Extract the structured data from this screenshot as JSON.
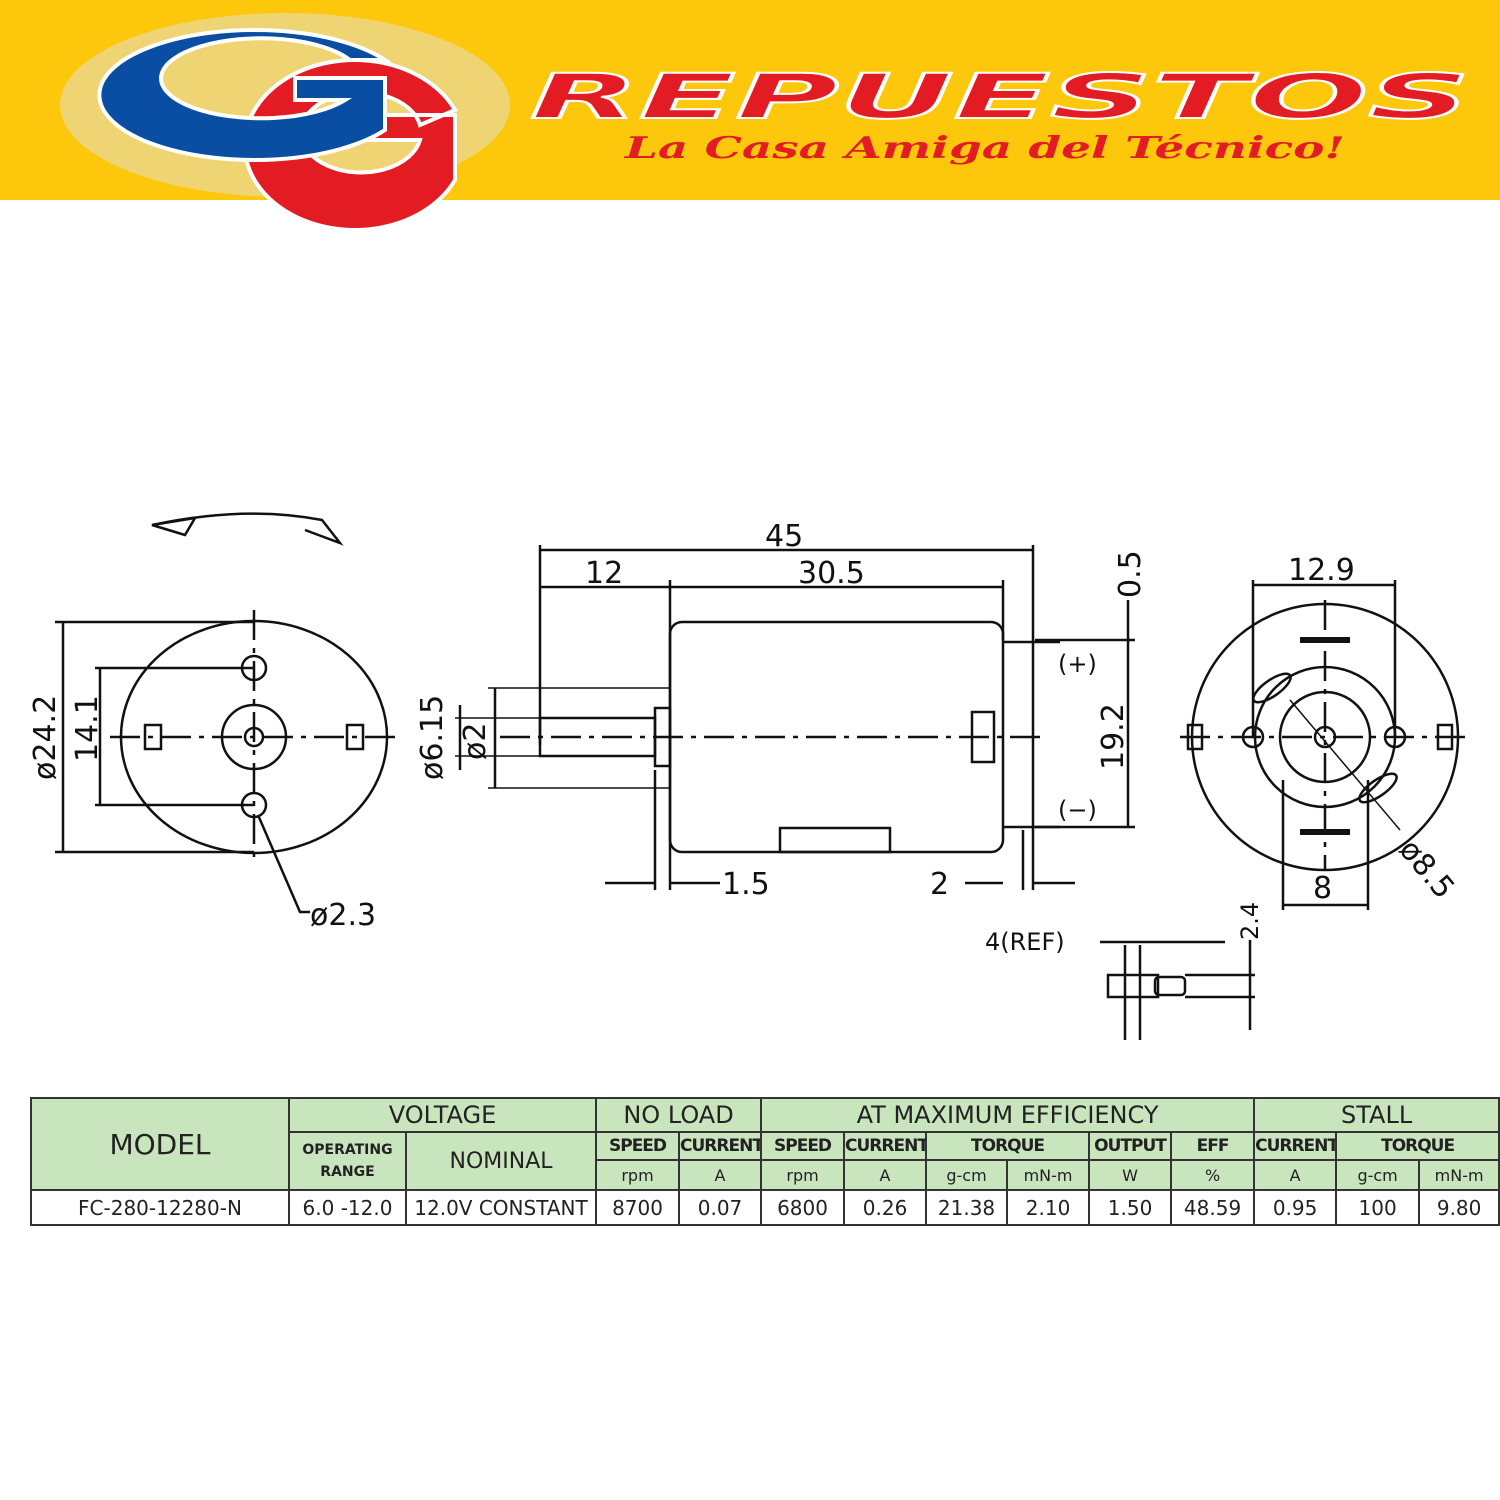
{
  "brand": {
    "logo_letters": "GG",
    "name": "REPUESTOS",
    "slogan": "La Casa Amiga del Técnico!",
    "colors": {
      "background": "#fdc80c",
      "blue": "#0a4ea3",
      "red": "#e31b23"
    }
  },
  "drawing": {
    "front_view": {
      "outer_diameter": "ø24.2",
      "hole_spacing": "14.1",
      "hole_diameter": "ø2.3"
    },
    "side_view": {
      "overall_length": "45",
      "shaft_length": "12",
      "body_length": "30.5",
      "bushing_diameter": "ø6.15",
      "shaft_diameter": "ø2",
      "terminal_thickness": "0.5",
      "terminal_spacing": "19.2",
      "positive_terminal": "(+)",
      "negative_terminal": "(−)",
      "bushing_length": "1.5",
      "terminal_offset": "2"
    },
    "rear_view": {
      "width": "12.9",
      "bottom_width": "8",
      "center_diameter": "ø8.5"
    },
    "terminal_detail": {
      "ref_length": "4(REF)",
      "width": "2.4"
    }
  },
  "table": {
    "headers": {
      "model": "MODEL",
      "voltage": "VOLTAGE",
      "operating_range": "OPERATING RANGE",
      "nominal": "NOMINAL",
      "no_load": "NO LOAD",
      "max_eff": "AT MAXIMUM EFFICIENCY",
      "stall": "STALL",
      "speed": "SPEED",
      "current": "CURRENT",
      "torque": "TORQUE",
      "output": "OUTPUT",
      "eff": "EFF",
      "rpm": "rpm",
      "a": "A",
      "gcm": "g-cm",
      "mnm": "mN-m",
      "w": "W",
      "pct": "%"
    },
    "row": {
      "model": "FC-280-12280-N",
      "operating_range": "6.0 -12.0",
      "nominal": "12.0V CONSTANT",
      "no_load_speed": "8700",
      "no_load_current": "0.07",
      "eff_speed": "6800",
      "eff_current": "0.26",
      "eff_torque_gcm": "21.38",
      "eff_torque_mnm": "2.10",
      "eff_output": "1.50",
      "eff_pct": "48.59",
      "stall_current": "0.95",
      "stall_torque_gcm": "100",
      "stall_torque_mnm": "9.80"
    }
  }
}
